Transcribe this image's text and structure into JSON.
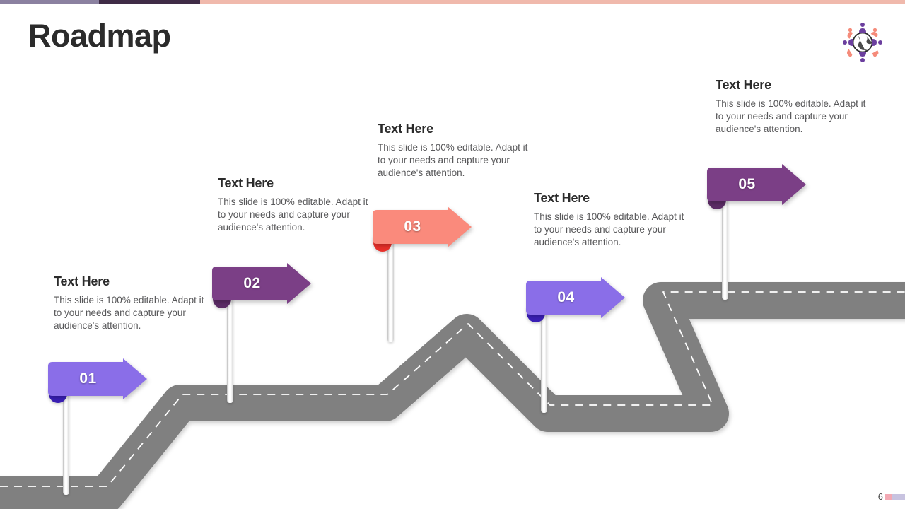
{
  "slide": {
    "title": "Roadmap",
    "page_number": "6"
  },
  "topbar": {
    "segments": [
      {
        "name": "segment-light-purple",
        "color": "#8b81a0"
      },
      {
        "name": "segment-dark-purple",
        "color": "#3f2b46"
      },
      {
        "name": "segment-salmon",
        "color": "#f0b9ac"
      }
    ]
  },
  "logo": {
    "name": "global-people-globe-logo",
    "globe_color": "#2b2b2b",
    "person_purple": "#6b3f9e",
    "person_salmon": "#f58b7a"
  },
  "road": {
    "name": "winding-road",
    "surface_color": "#808080",
    "centerline_color": "#ffffff",
    "centerline_style": "dashed"
  },
  "footer": {
    "bar_pink": "#f3a9b4",
    "bar_lavender": "#c8c3e0"
  },
  "milestones": [
    {
      "number": "01",
      "heading": "Text Here",
      "body": "This slide is 100% editable. Adapt it to your needs and capture your audience's attention.",
      "flag_color": "#8a6ee8",
      "fold_color": "#3a1fb5"
    },
    {
      "number": "02",
      "heading": "Text Here",
      "body": "This slide is 100% editable. Adapt it to your needs and capture your audience's attention.",
      "flag_color": "#7b3f86",
      "fold_color": "#5c2c66"
    },
    {
      "number": "03",
      "heading": "Text Here",
      "body": "This slide is 100% editable. Adapt it to your needs and capture your audience's attention.",
      "flag_color": "#fa8a7c",
      "fold_color": "#e8302a"
    },
    {
      "number": "04",
      "heading": "Text Here",
      "body": "This slide is 100% editable. Adapt it to your needs and capture your audience's attention.",
      "flag_color": "#8a6ee8",
      "fold_color": "#3a1fb5"
    },
    {
      "number": "05",
      "heading": "Text Here",
      "body": "This slide is 100% editable. Adapt it to your needs and capture your audience's attention.",
      "flag_color": "#7b3f86",
      "fold_color": "#5c2c66"
    }
  ]
}
